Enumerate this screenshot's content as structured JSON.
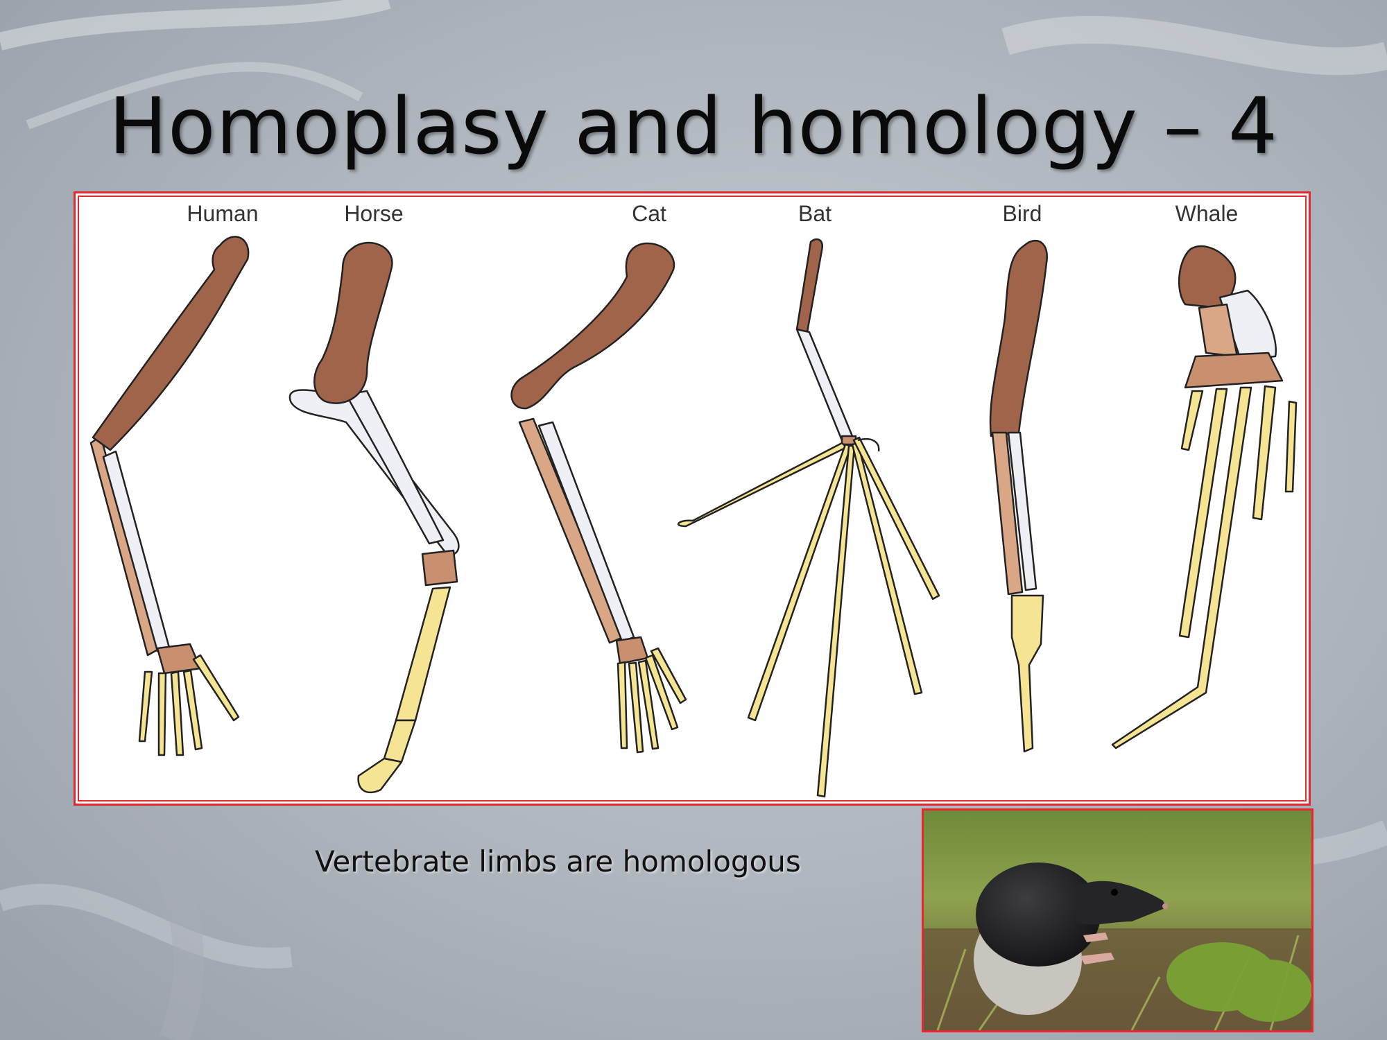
{
  "slide": {
    "title": "Homoplasy and homology – 4",
    "caption": "Vertebrate limbs are homologous"
  },
  "diagram": {
    "labels": [
      "Human",
      "Horse",
      "Cat",
      "Bat",
      "Bird",
      "Whale"
    ]
  },
  "photo": {
    "subject": "shrew-photo"
  },
  "colors": {
    "frame_border": "#e8262d",
    "humerus": "#a0644a",
    "radius": "#d9a686",
    "ulna": "#eef0f6",
    "carpals": "#c99070",
    "phalanges": "#f5e493"
  }
}
